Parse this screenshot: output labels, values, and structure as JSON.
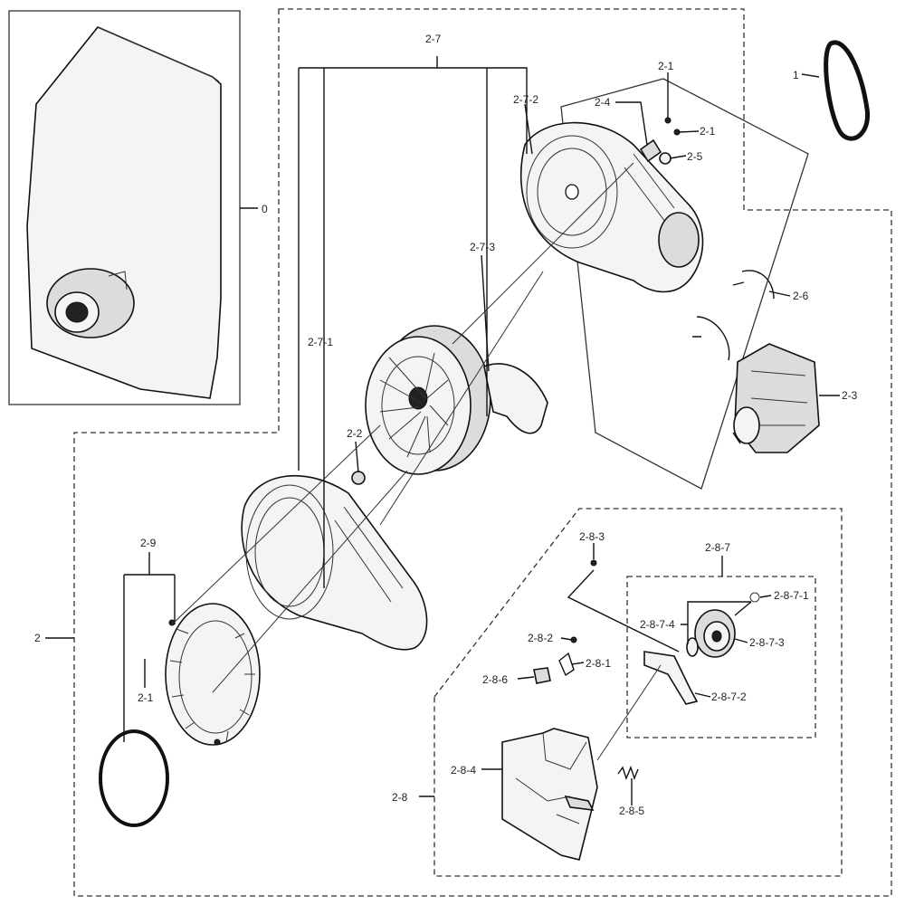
{
  "labels": {
    "l0": "0",
    "l1": "1",
    "l2": "2",
    "l2_1a": "2-1",
    "l2_1b": "2-1",
    "l2_1c": "2-1",
    "l2_2": "2-2",
    "l2_3": "2-3",
    "l2_4": "2-4",
    "l2_5": "2-5",
    "l2_6": "2-6",
    "l2_7": "2-7",
    "l2_7_1": "2-7-1",
    "l2_7_2": "2-7-2",
    "l2_7_3": "2-7-3",
    "l2_8": "2-8",
    "l2_8_1": "2-8-1",
    "l2_8_2": "2-8-2",
    "l2_8_3": "2-8-3",
    "l2_8_4": "2-8-4",
    "l2_8_5": "2-8-5",
    "l2_8_6": "2-8-6",
    "l2_8_7": "2-8-7",
    "l2_8_7_1": "2-8-7-1",
    "l2_8_7_2": "2-8-7-2",
    "l2_8_7_3": "2-8-7-3",
    "l2_8_7_4": "2-8-7-4",
    "l2_9": "2-9"
  }
}
